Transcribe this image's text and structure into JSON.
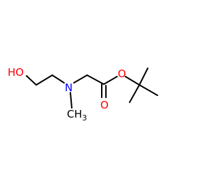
{
  "molecule": {
    "atoms": {
      "hydroxyl": "HO",
      "amine_n": "N",
      "methyl_h3": "CH",
      "methyl_sub": "3",
      "carbonyl_o": "O",
      "ester_o": "O"
    },
    "colors": {
      "bond": "#000000",
      "oxygen": "#ff0000",
      "nitrogen": "#0000ff",
      "carbon": "#000000"
    }
  }
}
